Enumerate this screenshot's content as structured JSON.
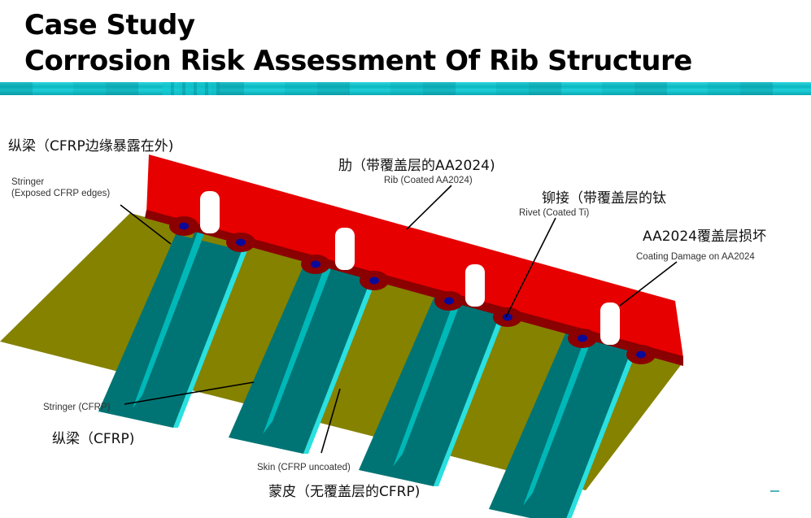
{
  "slide": {
    "title_line1": "Case Study",
    "title_line2": "Corrosion Risk Assessment Of Rib Structure"
  },
  "colors": {
    "rib": "#e60000",
    "rib_flange": "#8b0000",
    "rivet": "#0a0a9a",
    "stringer_light": "#00b8b8",
    "stringer_dark": "#007474",
    "stringer_edge": "#2ae0e0",
    "skin": "#858200",
    "banner": "#0bbcc6"
  },
  "labels": {
    "stringer_exposed": {
      "cn": "纵梁（CFRP边缘暴露在外)",
      "en_line1": "Stringer",
      "en_line2": "(Exposed CFRP edges)"
    },
    "rib": {
      "cn": "肋（带覆盖层的AA2024)",
      "en": "Rib (Coated AA2024)"
    },
    "rivet": {
      "cn": "铆接（带覆盖层的钛",
      "en": "Rivet (Coated Ti)"
    },
    "coating_damage": {
      "cn": "AA2024覆盖层损坏",
      "en": "Coating Damage on AA2024"
    },
    "stringer": {
      "cn": "纵梁（CFRP)",
      "en": "Stringer (CFRP)"
    },
    "skin": {
      "cn": "蒙皮（无覆盖层的CFRP)",
      "en": "Skin (CFRP uncoated)"
    }
  }
}
